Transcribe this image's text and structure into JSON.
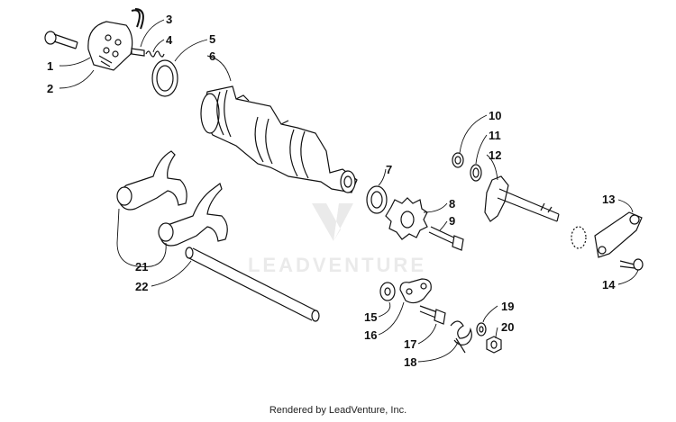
{
  "diagram": {
    "watermark_text": "LEADVENTURE",
    "callouts": [
      "1",
      "2",
      "3",
      "4",
      "5",
      "6",
      "7",
      "8",
      "9",
      "10",
      "11",
      "12",
      "13",
      "14",
      "15",
      "16",
      "17",
      "18",
      "19",
      "20",
      "21",
      "22"
    ]
  },
  "footer": {
    "text": "Rendered by LeadVenture, Inc."
  },
  "colors": {
    "line": "#111111",
    "watermark": "#d9d9d9",
    "background": "#ffffff"
  }
}
